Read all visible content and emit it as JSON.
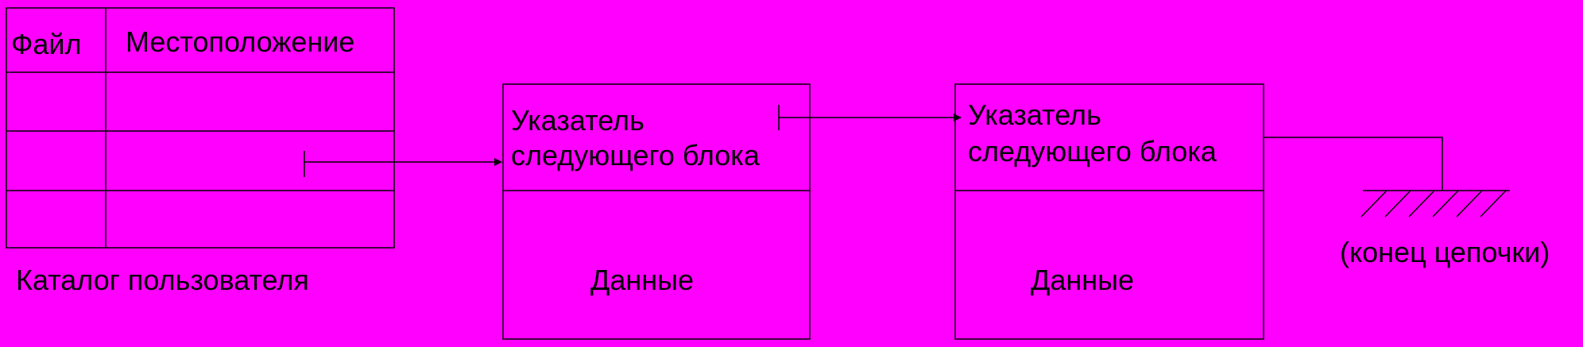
{
  "colors": {
    "background": "#FF00FF",
    "line": "#000000",
    "text": "#000000"
  },
  "catalog": {
    "col_file": "Файл",
    "col_location": "Местоположение",
    "caption": "Каталог пользователя"
  },
  "blocks": [
    {
      "pointer_label": "Указатель следующего блока",
      "data_label": "Данные"
    },
    {
      "pointer_label": "Указатель следующего блока",
      "data_label": "Данные"
    }
  ],
  "chain_end": {
    "label": "(конец цепочки)",
    "icon": "ground-icon"
  }
}
